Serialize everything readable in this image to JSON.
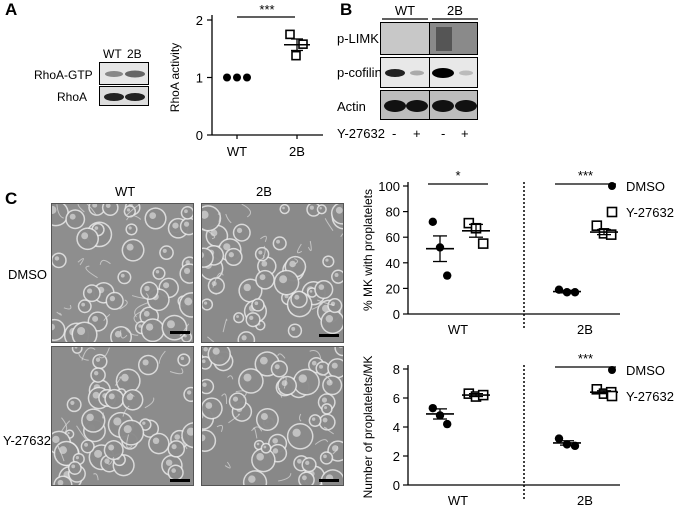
{
  "panels": {
    "A": "A",
    "B": "B",
    "C": "C"
  },
  "panelA": {
    "blot_header": [
      "WT",
      "2B"
    ],
    "blot_rows": [
      "RhoA-GTP",
      "RhoA"
    ],
    "significance": "***",
    "chart_data": {
      "type": "scatter",
      "categories": [
        "WT",
        "2B"
      ],
      "ylabel": "RhoA activity",
      "ylim": [
        0,
        2
      ],
      "yticks": [
        0,
        1,
        2
      ],
      "points": [
        [
          1,
          1,
          1
        ],
        [
          1.75,
          1.58,
          1.38
        ]
      ],
      "means": [
        1,
        1.57
      ],
      "sem": [
        0,
        0.1
      ]
    }
  },
  "panelB": {
    "header": [
      "WT",
      "2B"
    ],
    "rows": [
      "p-LIMK",
      "p-cofilin",
      "Actin"
    ],
    "treatment_label": "Y-27632",
    "treatment_marks": [
      "-",
      "+",
      "-",
      "+"
    ]
  },
  "panelC": {
    "col_labels": [
      "WT",
      "2B"
    ],
    "row_labels": [
      "DMSO",
      "Y-27632"
    ],
    "chart_data": [
      {
        "type": "scatter",
        "ylabel": "% MK with proplatelets",
        "ylim": [
          0,
          100
        ],
        "yticks": [
          0,
          20,
          40,
          60,
          80,
          100
        ],
        "groups": [
          "WT",
          "2B"
        ],
        "series": [
          {
            "name": "DMSO",
            "values": [
              [
                72,
                52,
                30
              ],
              [
                19,
                17,
                17
              ]
            ],
            "mean": [
              51,
              17.5
            ],
            "sem": [
              10,
              1
            ]
          },
          {
            "name": "Y-27632",
            "values": [
              [
                71,
                67,
                55
              ],
              [
                69,
                63,
                62
              ]
            ],
            "mean": [
              65,
              64
            ],
            "sem": [
              5,
              2
            ]
          }
        ],
        "significance": [
          "*",
          "***"
        ],
        "legend": [
          "DMSO",
          "Y-27632"
        ]
      },
      {
        "type": "scatter",
        "ylabel": "Number of proplatelets/MK",
        "ylim": [
          0,
          8
        ],
        "yticks": [
          0,
          2,
          4,
          6,
          8
        ],
        "groups": [
          "WT",
          "2B"
        ],
        "series": [
          {
            "name": "DMSO",
            "values": [
              [
                5.3,
                4.8,
                4.2
              ],
              [
                3.2,
                2.8,
                2.7
              ]
            ],
            "mean": [
              4.9,
              2.9
            ],
            "sem": [
              0.35,
              0.15
            ]
          },
          {
            "name": "Y-27632",
            "values": [
              [
                6.3,
                6.1,
                6.2
              ],
              [
                6.6,
                6.3,
                6.4
              ]
            ],
            "mean": [
              6.2,
              6.4
            ],
            "sem": [
              0.1,
              0.1
            ]
          }
        ],
        "significance": [
          "",
          "***"
        ],
        "legend": [
          "DMSO",
          "Y-27632"
        ]
      }
    ]
  }
}
